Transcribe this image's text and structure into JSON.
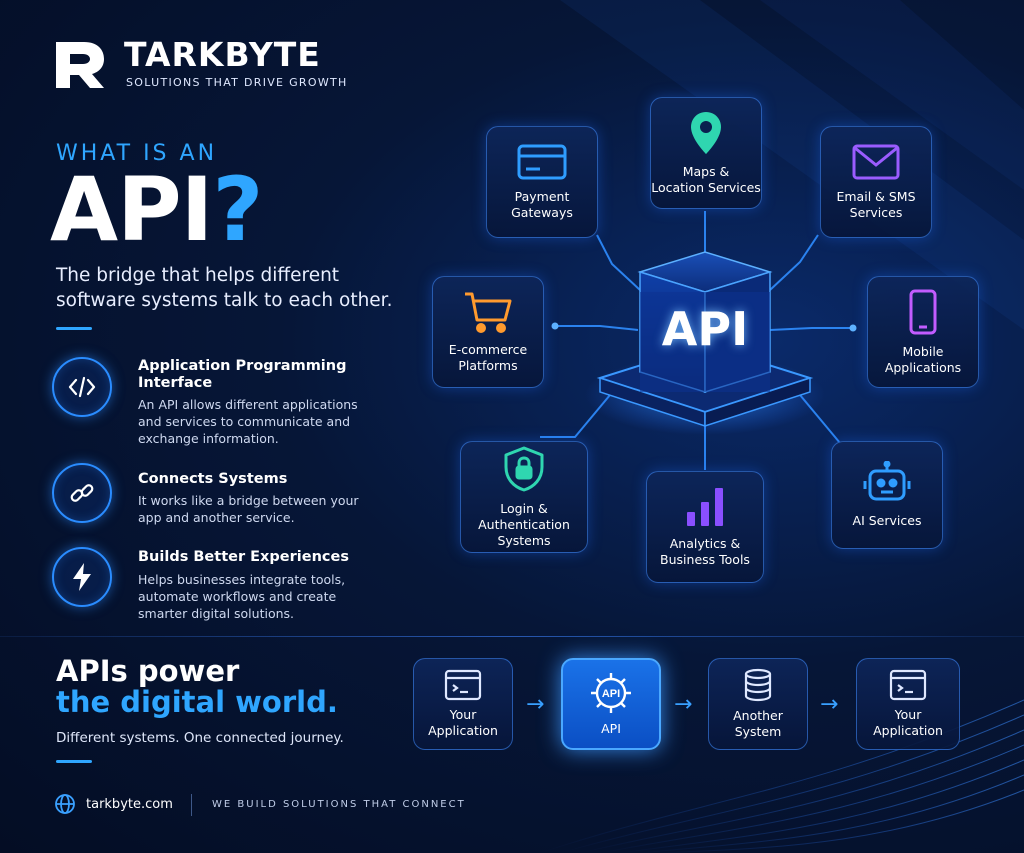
{
  "brand": {
    "name": "TARKBYTE",
    "tagline": "SOLUTIONS THAT DRIVE GROWTH"
  },
  "hero": {
    "eyebrow": "WHAT IS AN",
    "headline": "API",
    "question_mark": "?",
    "subtitle": "The bridge that helps different software systems talk to each other."
  },
  "features": [
    {
      "icon": "code-icon",
      "title": "Application Programming Interface",
      "description": "An API allows different applications and services to communicate and exchange information."
    },
    {
      "icon": "link-icon",
      "title": "Connects Systems",
      "description": "It works like a bridge between your app and another service."
    },
    {
      "icon": "lightning-icon",
      "title": "Builds Better Experiences",
      "description": "Helps businesses integrate tools, automate workflows and create smarter digital solutions."
    }
  ],
  "diagram": {
    "center_label": "API",
    "services": [
      {
        "icon": "credit-card-icon",
        "label": "Payment\nGateways"
      },
      {
        "icon": "map-pin-icon",
        "label": "Maps &\nLocation Services"
      },
      {
        "icon": "envelope-icon",
        "label": "Email & SMS\nServices"
      },
      {
        "icon": "cart-icon",
        "label": "E-commerce\nPlatforms"
      },
      {
        "icon": "smartphone-icon",
        "label": "Mobile\nApplications"
      },
      {
        "icon": "shield-lock-icon",
        "label": "Login & Authentication\nSystems"
      },
      {
        "icon": "bar-chart-icon",
        "label": "Analytics &\nBusiness Tools"
      },
      {
        "icon": "robot-icon",
        "label": "AI Services"
      }
    ]
  },
  "bottom": {
    "headline_line1": "APIs power",
    "headline_line2": "the digital world.",
    "tagline": "Different systems. One connected journey.",
    "flow": [
      {
        "icon": "browser-window-icon",
        "label": "Your\nApplication"
      },
      {
        "icon": "api-gear-icon",
        "label": "API",
        "icon_text": "API"
      },
      {
        "icon": "database-icon",
        "label": "Another\nSystem"
      },
      {
        "icon": "browser-window-icon",
        "label": "Your\nApplication"
      }
    ]
  },
  "footer": {
    "website": "tarkbyte.com",
    "slogan": "WE BUILD SOLUTIONS THAT CONNECT"
  },
  "colors": {
    "background": "#061637",
    "accent": "#2fa6ff",
    "glow": "#1f6bff",
    "teal": "#2fd6b0",
    "violet": "#9a5cff",
    "orange": "#ff9a2e"
  }
}
